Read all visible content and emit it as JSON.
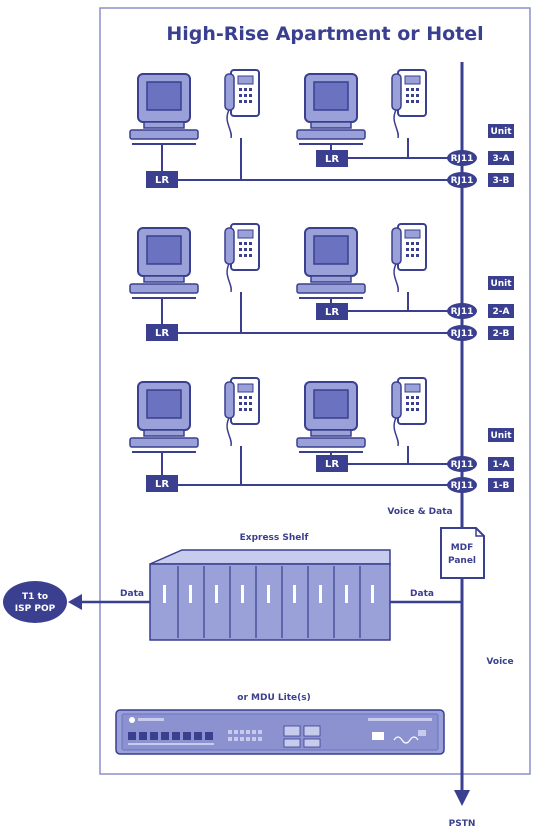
{
  "title": "High-Rise Apartment or Hotel",
  "floors": [
    {
      "unit_label": "Unit",
      "unit_a": "3-A",
      "unit_b": "3-B",
      "jack_a": "RJ11",
      "jack_b": "RJ11",
      "lr_a": "LR",
      "lr_b": "LR"
    },
    {
      "unit_label": "Unit",
      "unit_a": "2-A",
      "unit_b": "2-B",
      "jack_a": "RJ11",
      "jack_b": "RJ11",
      "lr_a": "LR",
      "lr_b": "LR"
    },
    {
      "unit_label": "Unit",
      "unit_a": "1-A",
      "unit_b": "1-B",
      "jack_a": "RJ11",
      "jack_b": "RJ11",
      "lr_a": "LR",
      "lr_b": "LR"
    }
  ],
  "voice_data_label": "Voice & Data",
  "mdf_line1": "MDF",
  "mdf_line2": "Panel",
  "shelf_label": "Express Shelf",
  "data_left_label": "Data",
  "data_right_label": "Data",
  "voice_label": "Voice",
  "mdu_label": "or MDU Lite(s)",
  "t1_line1": "T1 to",
  "t1_line2": "ISP POP",
  "pstn_label": "PSTN",
  "colors": {
    "ink": "#3a3f8f",
    "fill": "#9aa0d8",
    "panel_bg": "#ffffff",
    "frame": "#8a8fc8"
  }
}
